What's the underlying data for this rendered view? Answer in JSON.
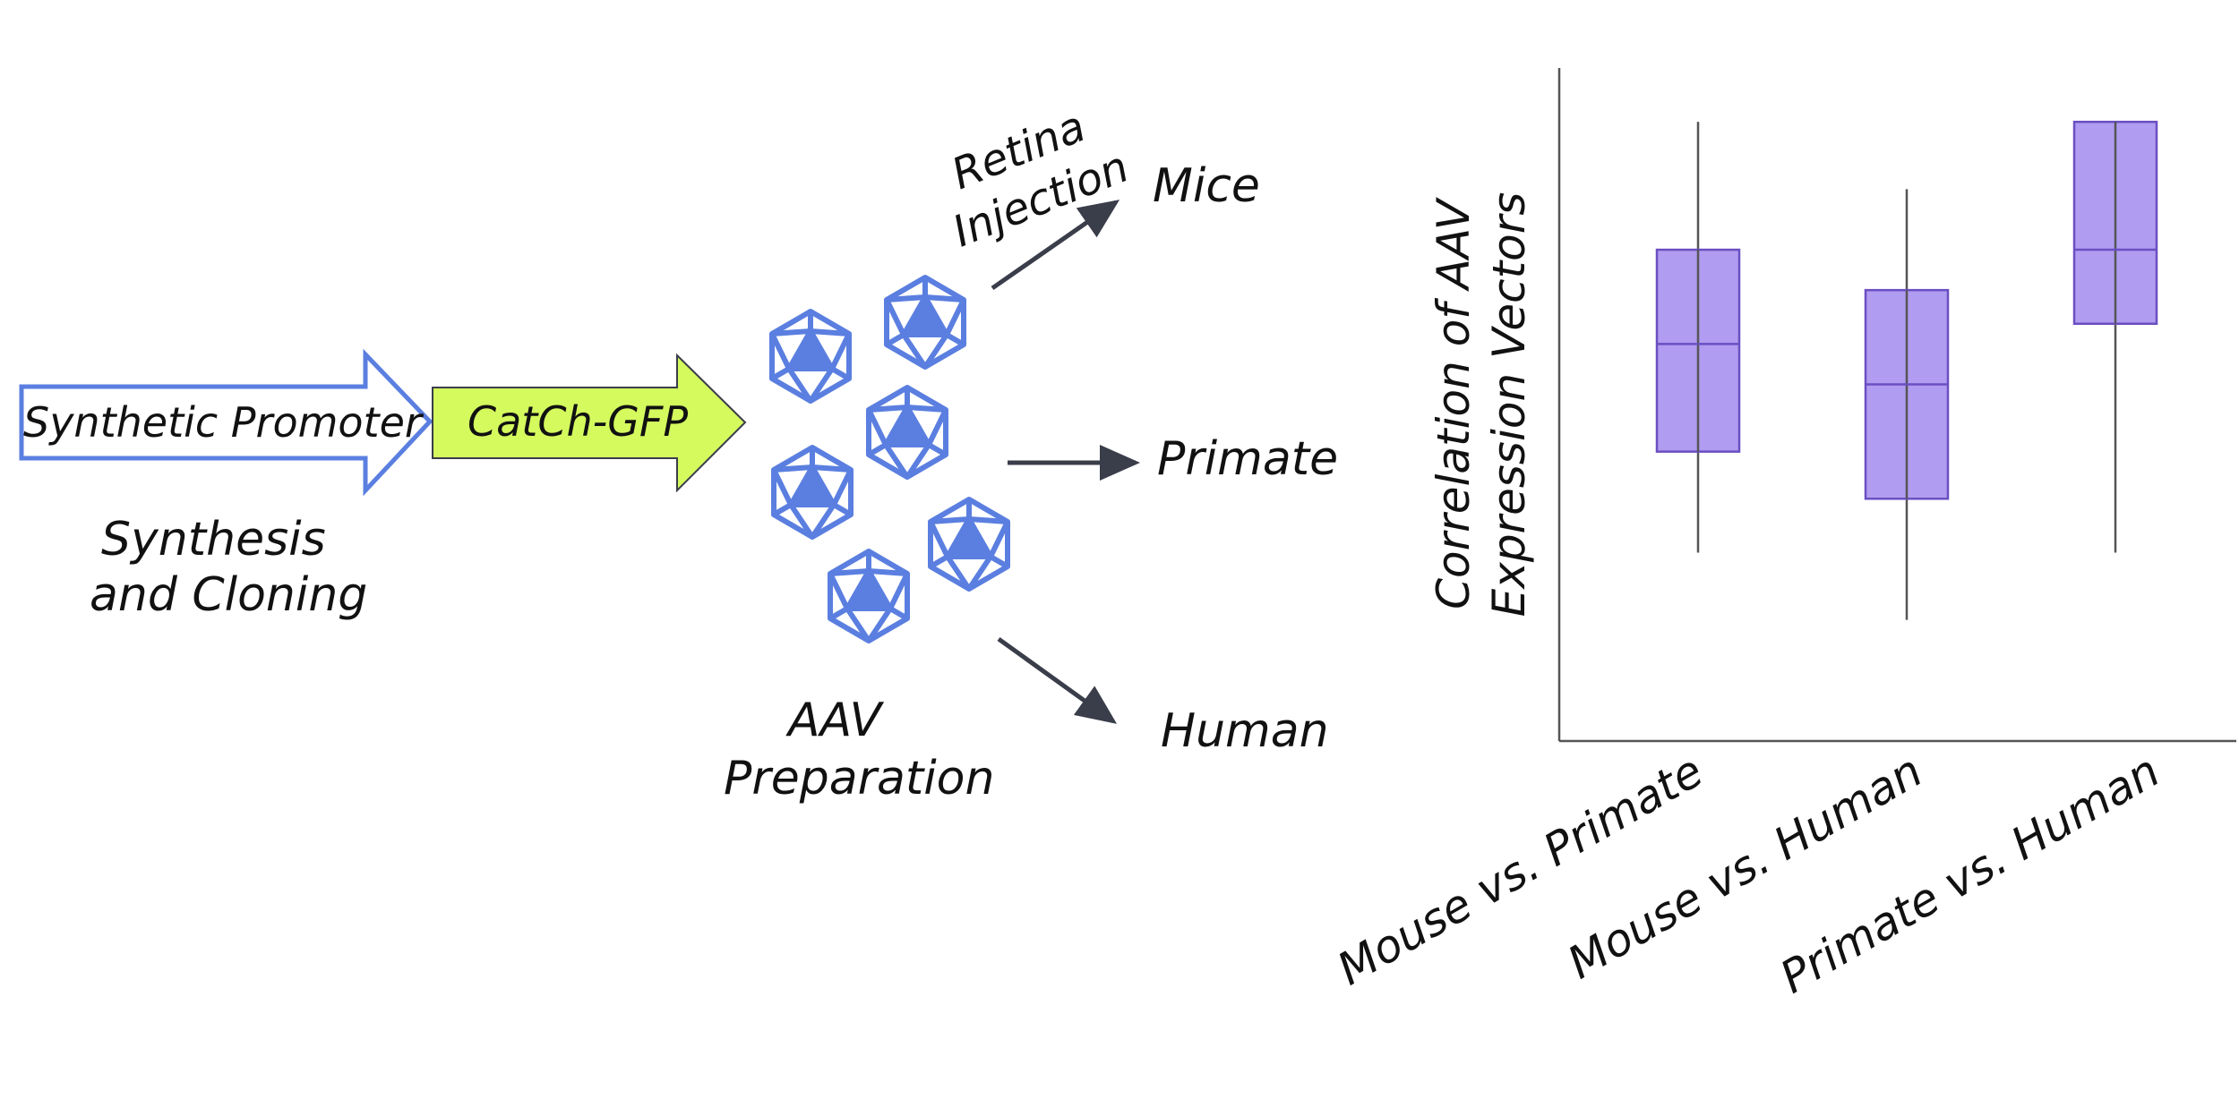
{
  "diagram": {
    "promoter_label": "Synthetic Promoter",
    "gene_label": "CatCh-GFP",
    "synthesis_line1": "Synthesis",
    "synthesis_line2": "and Cloning",
    "aav_line1": "AAV",
    "aav_line2": "Preparation",
    "injection_line1": "Retina",
    "injection_line2": "Injection",
    "targets": [
      "Mice",
      "Primate",
      "Human"
    ],
    "colors": {
      "promoter_outline": "#5b7fe0",
      "gene_fill": "#d4fa5e",
      "capsid": "#5b7fe0",
      "arrow": "#3a3d4a"
    }
  },
  "chart_data": {
    "type": "box",
    "title": "",
    "ylabel_line1": "Correlation of AAV",
    "ylabel_line2": "Expression Vectors",
    "xlabel": "",
    "ylim": [
      0,
      1
    ],
    "categories": [
      "Mouse vs. Primate",
      "Mouse vs. Human",
      "Primate vs. Human"
    ],
    "boxes": [
      {
        "min": 0.28,
        "q1": 0.43,
        "median": 0.59,
        "q3": 0.73,
        "max": 0.92
      },
      {
        "min": 0.18,
        "q1": 0.36,
        "median": 0.53,
        "q3": 0.67,
        "max": 0.82
      },
      {
        "min": 0.28,
        "q1": 0.62,
        "median": 0.73,
        "q3": 0.92,
        "max": 0.92
      }
    ],
    "box_color": "#b09cf0",
    "box_edge_color": "#6a4fc2",
    "grid": false
  }
}
